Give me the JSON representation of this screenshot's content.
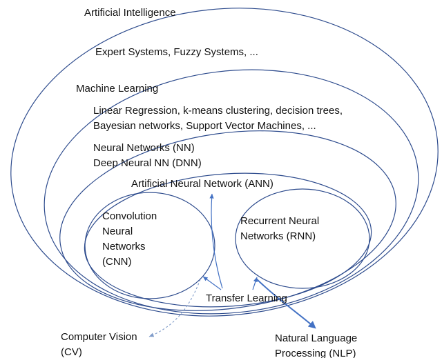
{
  "colors": {
    "ellipse_stroke": "#2d4b8d",
    "arrow_blue": "#4472c4",
    "dashed_arrow": "#7f9bc9",
    "text": "#111111",
    "background": "#ffffff"
  },
  "labels": {
    "artificial_intelligence": "Artificial Intelligence",
    "expert_systems": "Expert Systems, Fuzzy Systems, ...",
    "machine_learning": "Machine Learning",
    "ml_examples": "Linear Regression, k-means clustering, decision trees,\nBayesian networks, Support Vector Machines, ...",
    "neural_networks": "Neural Networks (NN)\nDeep Neural NN (DNN)",
    "ann": "Artificial Neural Network (ANN)",
    "cnn": "Convolution\nNeural\nNetworks\n(CNN)",
    "rnn": "Recurrent Neural\nNetworks (RNN)",
    "transfer_learning": "Transfer Learning",
    "computer_vision": "Computer Vision\n(CV)",
    "nlp": "Natural Language\nProcessing (NLP)"
  }
}
